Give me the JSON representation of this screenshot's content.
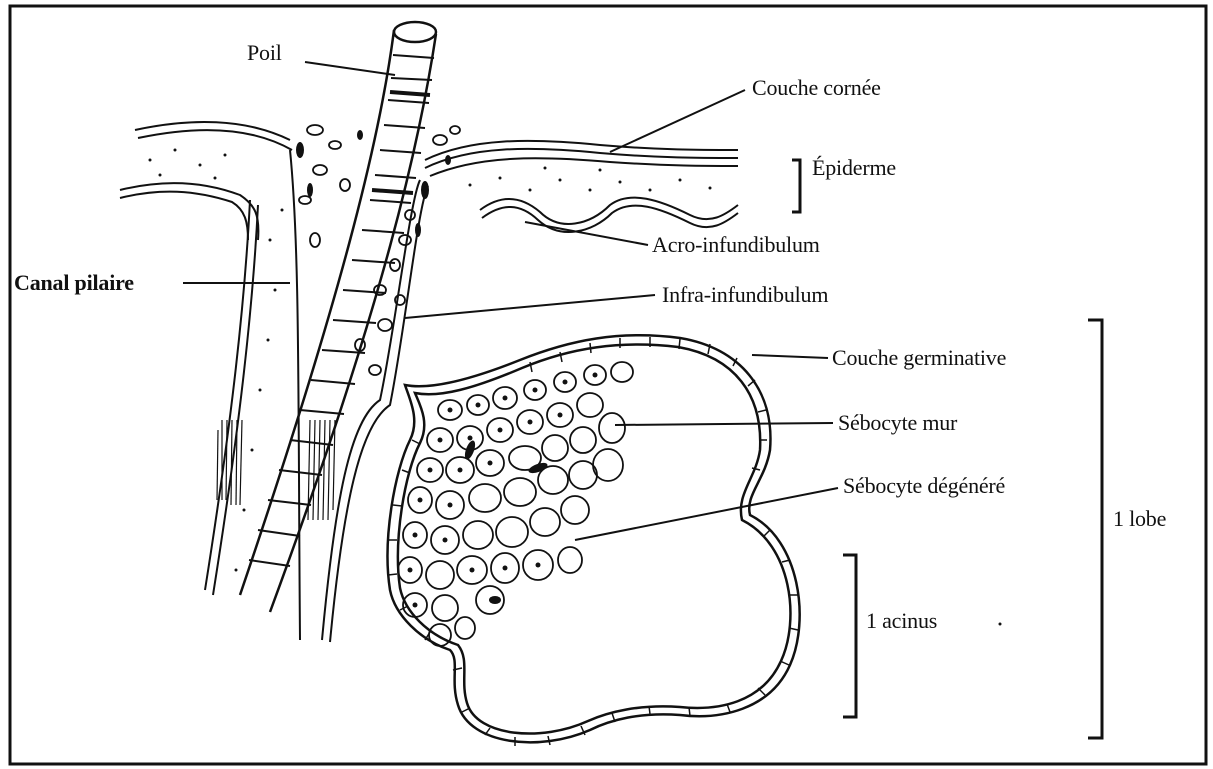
{
  "labels": {
    "poil": "Poil",
    "couche_cornee": "Couche cornée",
    "epiderme": "Épiderme",
    "canal_pilaire": "Canal pilaire",
    "acro_infundibulum": "Acro-infundibulum",
    "infra_infundibulum": "Infra-infundibulum",
    "couche_germinative": "Couche germinative",
    "sebocyte_mur": "Sébocyte mur",
    "sebocyte_degenere": "Sébocyte dégénéré",
    "lobe": "1 lobe",
    "acinus": "1 acinus"
  },
  "colors": {
    "ink": "#111111",
    "paper": "#ffffff"
  }
}
